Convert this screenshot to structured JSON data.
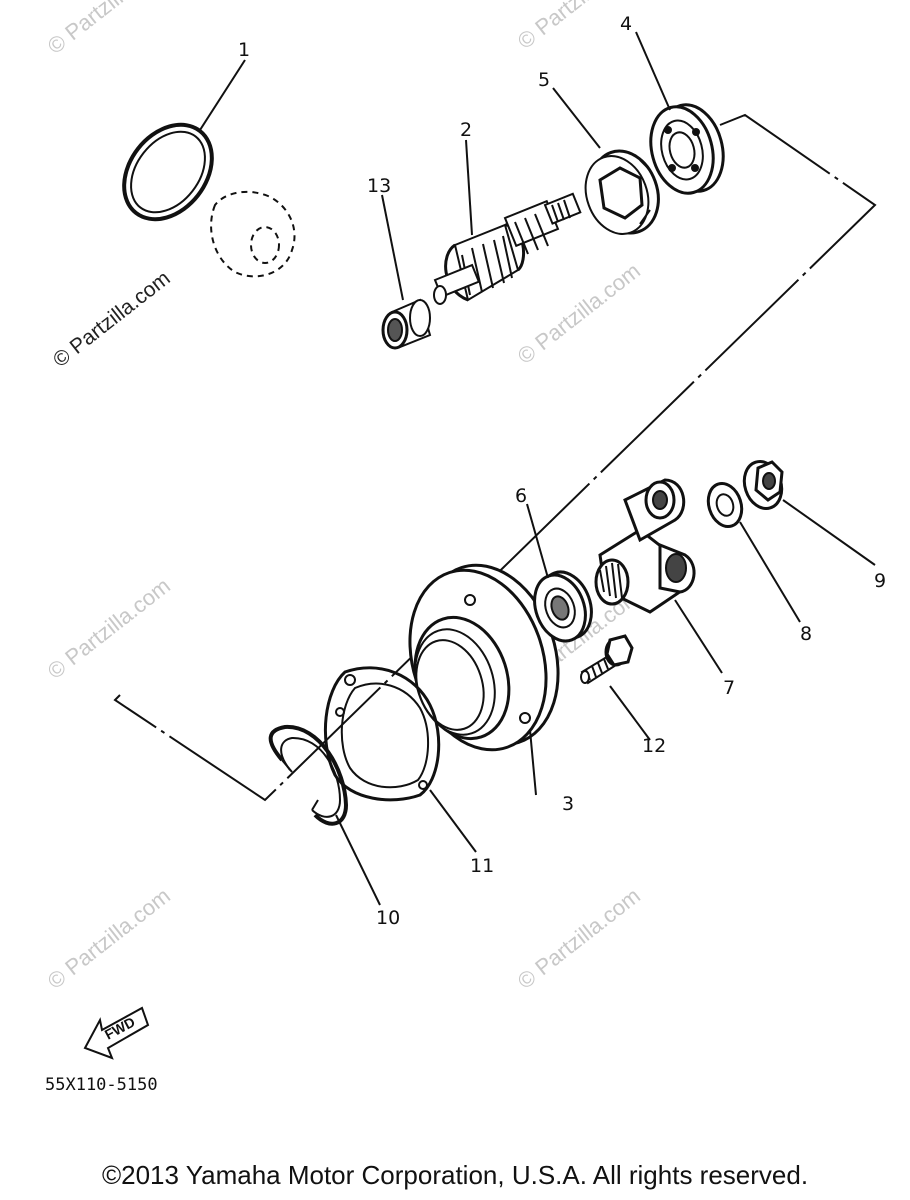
{
  "watermarks": [
    "© Partzilla.com",
    "© Partzilla.com",
    "© Partzilla.com",
    "© Partzilla.com",
    "© Partzilla.com",
    "© Partzilla.com",
    "© Partzilla.com",
    "© Partzilla.com"
  ],
  "callouts": {
    "p1": "1",
    "p2": "2",
    "p3": "3",
    "p4": "4",
    "p5": "5",
    "p6": "6",
    "p7": "7",
    "p8": "8",
    "p9": "9",
    "p10": "10",
    "p11": "11",
    "p12": "12",
    "p13": "13"
  },
  "fwd_label": "FWD",
  "diagram_code": "55X110-5150",
  "copyright": "©2013 Yamaha Motor Corporation, U.S.A. All rights reserved."
}
